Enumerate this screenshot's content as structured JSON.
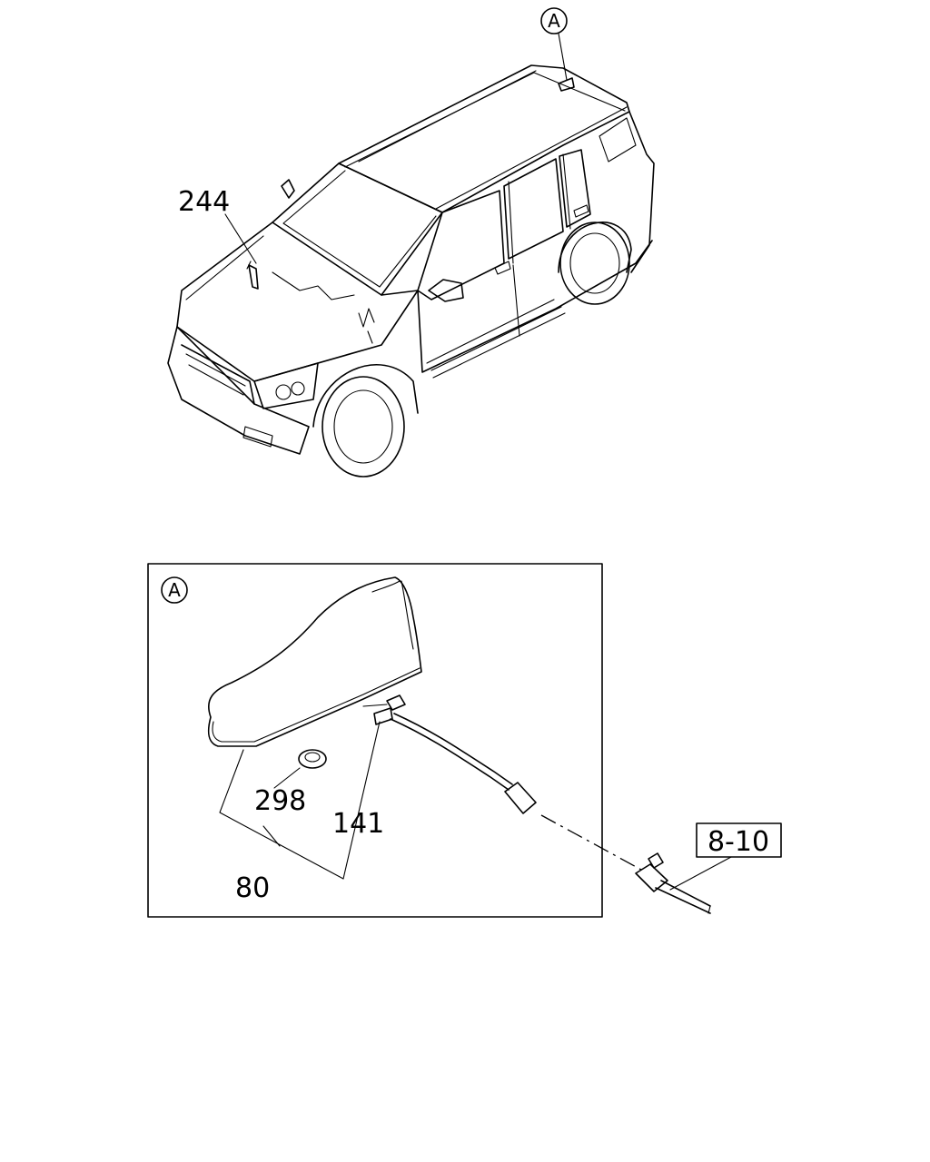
{
  "diagram": {
    "top_view": {
      "callout_part_244": "244",
      "detail_marker": "A"
    },
    "detail_box": {
      "detail_marker": "A",
      "callout_part_298": "298",
      "callout_part_141": "141",
      "callout_part_80": "80"
    },
    "reference_box_label": "8-10"
  }
}
